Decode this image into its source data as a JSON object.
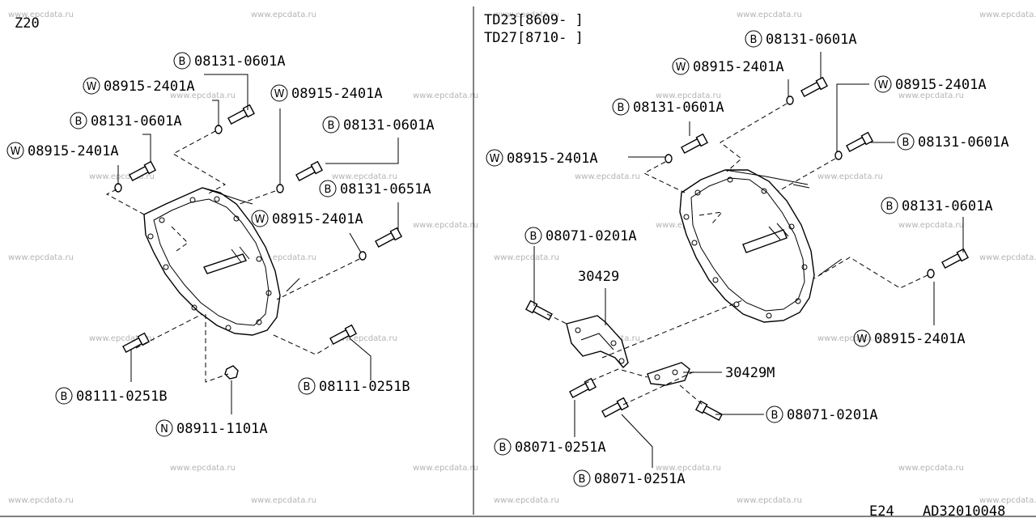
{
  "diagram_title": "",
  "left_panel": {
    "model_label": "Z20",
    "labels": [
      {
        "prefix": "B",
        "code": "08131-0601A"
      },
      {
        "prefix": "W",
        "code": "08915-2401A"
      },
      {
        "prefix": "W",
        "code": "08915-2401A"
      },
      {
        "prefix": "B",
        "code": "08131-0601A"
      },
      {
        "prefix": "B",
        "code": "08131-0601A"
      },
      {
        "prefix": "W",
        "code": "08915-2401A"
      },
      {
        "prefix": "B",
        "code": "08131-0651A"
      },
      {
        "prefix": "W",
        "code": "08915-2401A"
      },
      {
        "prefix": "B",
        "code": "08111-0251B"
      },
      {
        "prefix": "B",
        "code": "08111-0251B"
      },
      {
        "prefix": "N",
        "code": "08911-1101A"
      }
    ]
  },
  "right_panel": {
    "model_lines": [
      "TD23[8609-     ]",
      "TD27[8710-     ]"
    ],
    "labels": [
      {
        "prefix": "B",
        "code": "08131-0601A"
      },
      {
        "prefix": "W",
        "code": "08915-2401A"
      },
      {
        "prefix": "W",
        "code": "08915-2401A"
      },
      {
        "prefix": "B",
        "code": "08131-0601A"
      },
      {
        "prefix": "B",
        "code": "08131-0601A"
      },
      {
        "prefix": "W",
        "code": "08915-2401A"
      },
      {
        "prefix": "B",
        "code": "08131-0601A"
      },
      {
        "prefix": "B",
        "code": "08071-0201A"
      },
      {
        "prefix": "",
        "code": "30429"
      },
      {
        "prefix": "W",
        "code": "08915-2401A"
      },
      {
        "prefix": "",
        "code": "30429M"
      },
      {
        "prefix": "B",
        "code": "08071-0201A"
      },
      {
        "prefix": "B",
        "code": "08071-0251A"
      },
      {
        "prefix": "B",
        "code": "08071-0251A"
      }
    ]
  },
  "footer": {
    "section": "E24",
    "drawing_id": "AD32010048"
  },
  "watermark": "www.epcdata.ru"
}
